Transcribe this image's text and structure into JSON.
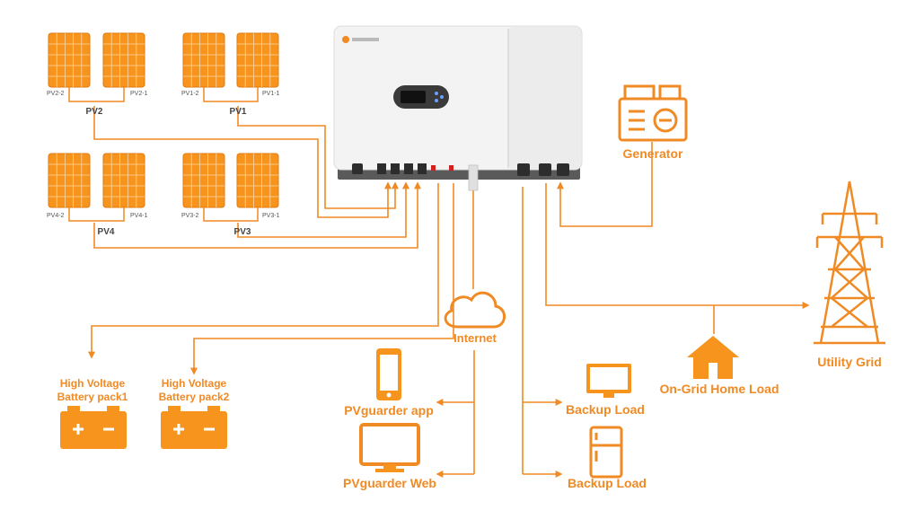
{
  "colors": {
    "accent": "#f08a24",
    "panel": "#f7941d",
    "panel_grid": "#ffd6a0",
    "inverter_body": "#f2f2f2",
    "text_dark": "#444444"
  },
  "pv_arrays": [
    {
      "name": "PV2",
      "left": "PV2-2",
      "right": "PV2-1"
    },
    {
      "name": "PV1",
      "left": "PV1-2",
      "right": "PV1-1"
    },
    {
      "name": "PV4",
      "left": "PV4-2",
      "right": "PV4-1"
    },
    {
      "name": "PV3",
      "left": "PV3-2",
      "right": "PV3-1"
    }
  ],
  "batteries": [
    {
      "line1": "High Voltage",
      "line2": "Battery pack1"
    },
    {
      "line1": "High Voltage",
      "line2": "Battery pack2"
    }
  ],
  "labels": {
    "internet": "Internet",
    "generator": "Generator",
    "utility_grid": "Utility Grid",
    "on_grid_home_load": "On-Grid Home Load",
    "pvguarder_app": "PVguarder app",
    "pvguarder_web": "PVguarder Web",
    "backup_load_1": "Backup Load",
    "backup_load_2": "Backup Load"
  },
  "icons": {
    "solar_panel": "solar-panel-icon",
    "battery": "battery-icon",
    "cloud": "cloud-icon",
    "smartphone": "smartphone-icon",
    "monitor": "monitor-icon",
    "tv": "tv-icon",
    "fridge": "fridge-icon",
    "house": "house-icon",
    "generator": "generator-icon",
    "pylon": "pylon-icon",
    "inverter": "inverter-icon"
  }
}
